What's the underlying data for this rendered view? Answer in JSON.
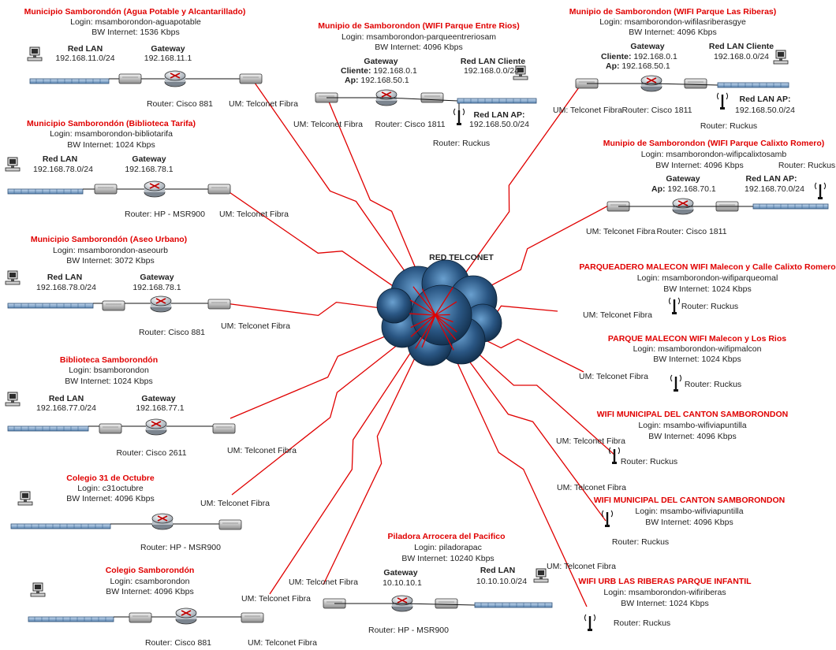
{
  "center": {
    "label": "RED TELCONET"
  },
  "colors": {
    "link": "#e00000",
    "title": "#e00000",
    "bus": "#8fb3d9",
    "cloud": "#1d3f63"
  },
  "sites": [
    {
      "title": "Municipio Samborondón (Agua Potable y Alcantarillado)",
      "login": "Login: msamborondon-aguapotable",
      "bw": "BW Internet: 1536 Kbps",
      "lan_label": "Red LAN",
      "lan": "192.168.11.0/24",
      "gw_label": "Gateway",
      "gw": "192.168.11.1",
      "router": "Router: Cisco 881",
      "um": "UM: Telconet Fibra"
    },
    {
      "title": "Munipio de Samborondon (WIFI Parque Entre Rios)",
      "login": "Login: msamborondon-parqueentreriosam",
      "bw": "BW Internet: 4096 Kbps",
      "gw_label": "Gateway",
      "gw_cli_k": "Cliente:",
      "gw_cli": "192.168.0.1",
      "gw_ap_k": "Ap:",
      "gw_ap": "192.168.50.1",
      "lan_label": "Red LAN Cliente",
      "lan": "192.168.0.0/24",
      "ap_label": "Red LAN AP:",
      "ap": "192.168.50.0/24",
      "um": "UM: Telconet Fibra",
      "router": "Router: Cisco 1811",
      "router2": "Router: Ruckus"
    },
    {
      "title": "Munipio de Samborondon (WIFI Parque Las Riberas)",
      "login": "Login: msamborondon-wifilasriberasgye",
      "bw": "BW Internet: 4096 Kbps",
      "gw_label": "Gateway",
      "gw_cli_k": "Cliente:",
      "gw_cli": "192.168.0.1",
      "gw_ap_k": "Ap:",
      "gw_ap": "192.168.50.1",
      "lan_label": "Red LAN Cliente",
      "lan": "192.168.0.0/24",
      "ap_label": "Red LAN AP:",
      "ap": "192.168.50.0/24",
      "um": "UM: Telconet Fibra",
      "router": "Router: Cisco 1811",
      "router2": "Router: Ruckus"
    },
    {
      "title": "Municipio Samborondón (Biblioteca Tarifa)",
      "login": "Login: msamborondon-bibliotarifa",
      "bw": "BW Internet: 1024 Kbps",
      "lan_label": "Red LAN",
      "lan": "192.168.78.0/24",
      "gw_label": "Gateway",
      "gw": "192.168.78.1",
      "router": "Router: HP - MSR900",
      "um": "UM: Telconet Fibra"
    },
    {
      "title": "Munipio de Samborondon (WIFI Parque Calixto Romero)",
      "login": "Login: msamborondon-wifipcalixtosamb",
      "bw": "BW Internet: 4096 Kbps",
      "router2": "Router: Ruckus",
      "gw_label": "Gateway",
      "gw_ap_k": "Ap:",
      "gw_ap": "192.168.70.1",
      "ap_label": "Red LAN AP:",
      "ap": "192.168.70.0/24",
      "um": "UM: Telconet Fibra",
      "router": "Router: Cisco 1811"
    },
    {
      "title": "Municipio Samborondón (Aseo Urbano)",
      "login": "Login: msamborondon-aseourb",
      "bw": "BW Internet: 3072 Kbps",
      "lan_label": "Red LAN",
      "lan": "192.168.78.0/24",
      "gw_label": "Gateway",
      "gw": "192.168.78.1",
      "router": "Router: Cisco 881",
      "um": "UM: Telconet Fibra"
    },
    {
      "title": "PARQUEADERO MALECON WIFI Malecon y Calle Calixto Romero",
      "login": "Login: msamborondon-wifiparqueomal",
      "bw": "BW Internet: 1024 Kbps",
      "router": "Router: Ruckus",
      "um": "UM: Telconet Fibra"
    },
    {
      "title": "PARQUE MALECON WIFI Malecon y Los Rios",
      "login": "Login: msamborondon-wifipmalcon",
      "bw": "BW Internet: 1024 Kbps",
      "router": "Router: Ruckus",
      "um": "UM: Telconet Fibra"
    },
    {
      "title": "Biblioteca Samborondón",
      "login": "Login: bsamborondon",
      "bw": "BW Internet: 1024 Kbps",
      "lan_label": "Red LAN",
      "lan": "192.168.77.0/24",
      "gw_label": "Gateway",
      "gw": "192.168.77.1",
      "router": "Router: Cisco 2611",
      "um": "UM: Telconet Fibra"
    },
    {
      "title": "WIFI MUNICIPAL DEL CANTON SAMBORONDON",
      "login": "Login: msambo-wifiviapuntilla",
      "bw": "BW Internet: 4096 Kbps",
      "router": "Router: Ruckus",
      "um": "UM: Telconet Fibra"
    },
    {
      "title": "Colegio 31 de Octubre",
      "login": "Login: c31octubre",
      "bw": "BW Internet: 4096 Kbps",
      "router": "Router: HP - MSR900",
      "um": "UM: Telconet Fibra"
    },
    {
      "title": "WIFI MUNICIPAL DEL CANTON SAMBORONDON",
      "login": "Login: msambo-wifiviapuntilla",
      "bw": "BW Internet: 4096 Kbps",
      "router": "Router: Ruckus",
      "um": "UM: Telconet Fibra"
    },
    {
      "title": "Piladora Arrocera del Pacifico",
      "login": "Login: piladorapac",
      "bw": "BW Internet: 10240 Kbps",
      "gw_label": "Gateway",
      "gw": "10.10.10.1",
      "lan_label": "Red LAN",
      "lan": "10.10.10.0/24",
      "um": "UM: Telconet Fibra",
      "router": "Router: HP - MSR900",
      "um2": "UM: Telconet Fibra"
    },
    {
      "title": "Colegio Samborondón",
      "login": "Login: csamborondon",
      "bw": "BW Internet: 4096 Kbps",
      "router": "Router: Cisco 881",
      "um": "UM: Telconet Fibra",
      "um2": "UM: Telconet Fibra"
    },
    {
      "title": "WIFI URB LAS RIBERAS PARQUE INFANTIL",
      "login": "Login: msamborondon-wifiriberas",
      "bw": "BW Internet: 1024 Kbps",
      "router": "Router: Ruckus"
    }
  ]
}
